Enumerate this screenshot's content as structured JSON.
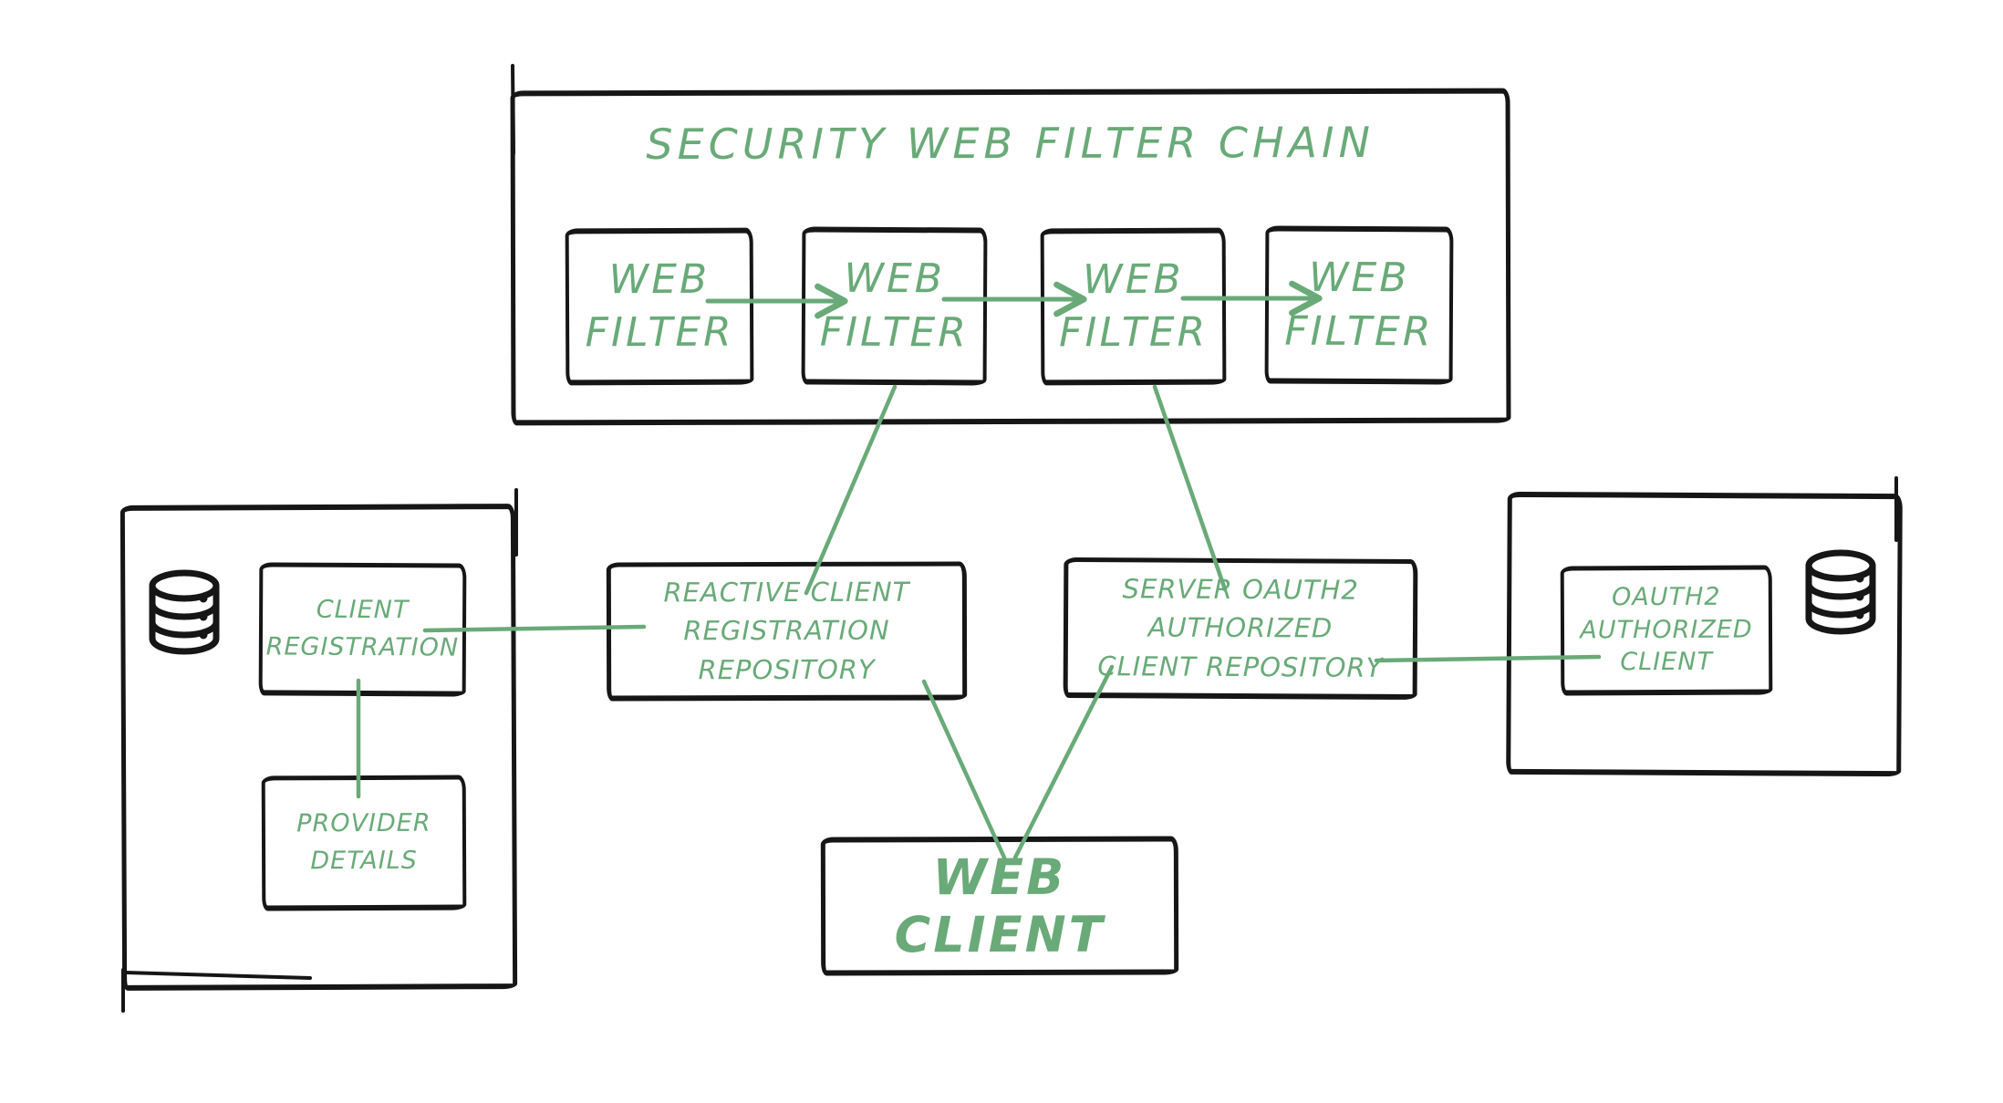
{
  "colors": {
    "ink": "#161616",
    "green": "#69aa78",
    "background": "#ffffff"
  },
  "filter_chain": {
    "title": "SECURITY WEB FILTER CHAIN",
    "filters": [
      {
        "line1": "WEB",
        "line2": "FILTER"
      },
      {
        "line1": "WEB",
        "line2": "FILTER"
      },
      {
        "line1": "WEB",
        "line2": "FILTER"
      },
      {
        "line1": "WEB",
        "line2": "FILTER"
      }
    ]
  },
  "left_group": {
    "database_icon": "database-icon",
    "client_registration": {
      "line1": "CLIENT",
      "line2": "REGISTRATION"
    },
    "provider_details": {
      "line1": "PROVIDER",
      "line2": "DETAILS"
    }
  },
  "reactive_repository": {
    "line1": "REACTIVE CLIENT",
    "line2": "REGISTRATION REPOSITORY"
  },
  "server_repository": {
    "line1": "SERVER OAUTH2 AUTHORIZED",
    "line2": "CLIENT REPOSITORY"
  },
  "right_group": {
    "database_icon": "database-icon",
    "oauth2_client": {
      "line1": "OAUTH2",
      "line2": "AUTHORIZED",
      "line3": "CLIENT"
    }
  },
  "web_client": {
    "label": "WEB CLIENT"
  }
}
